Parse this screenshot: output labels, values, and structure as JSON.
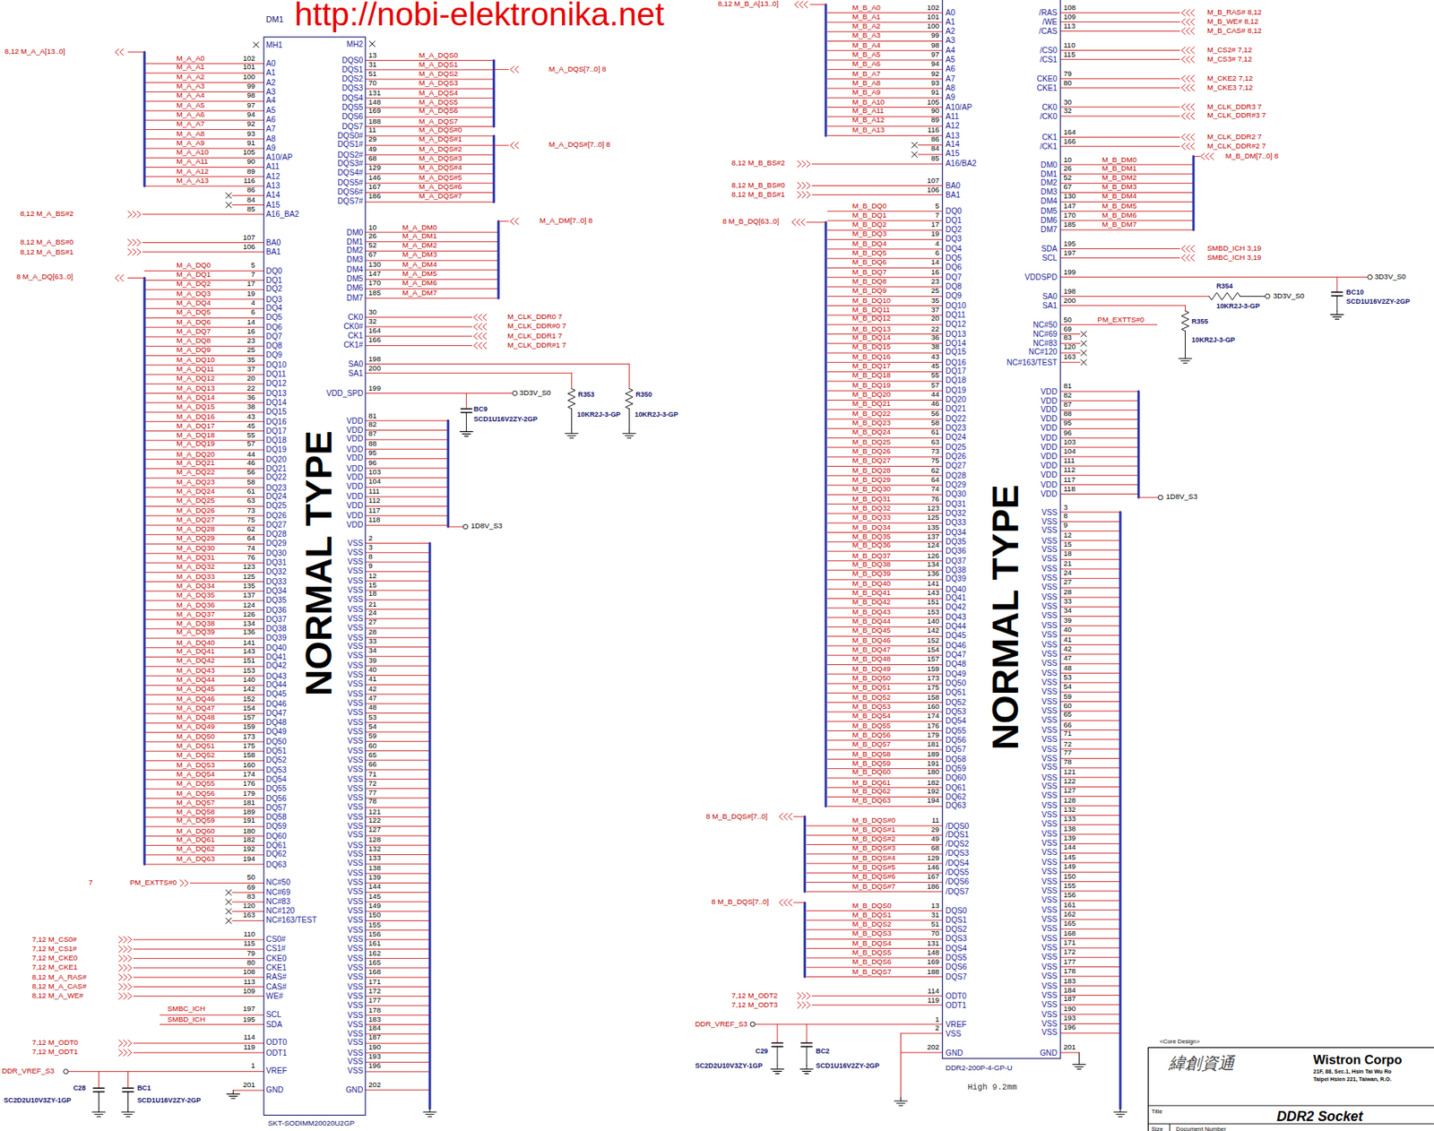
{
  "diagram": {
    "nodes": [
      {
        "text": [
          "DM1",
          "NORMAL TYPE",
          "SKT-SODIMM20020U2GP"
        ]
      },
      {
        "text": [
          "NORMAL TYPE",
          "DDR2-200P-4-GP-U",
          "High 9.2mm"
        ]
      },
      {
        "text": [
          "<Core Design>",
          "緯創資通",
          "Wistron Corpo",
          "21F, 88, Sec.1, Hsin Tai Wu Ro",
          "Taipei Hsien 221, Taiwan, R.O.",
          "Title",
          "DDR2 Socket",
          "Size",
          "Document Number"
        ]
      }
    ],
    "labels": [
      "MH1",
      "A0",
      "A1",
      "A2",
      "A3",
      "A4",
      "A5",
      "A6",
      "A7",
      "A8",
      "A9",
      "A10/AP",
      "A11",
      "A12",
      "A13",
      "A14",
      "A15",
      "A16_BA2",
      "BA0",
      "BA1",
      "DQ0",
      "DQ1",
      "DQ2",
      "DQ3",
      "DQ4",
      "DQ5",
      "DQ6",
      "DQ7",
      "DQ8",
      "DQ9",
      "DQ10",
      "DQ11",
      "DQ12",
      "DQ13",
      "DQ14",
      "DQ15",
      "DQ16",
      "DQ17",
      "DQ18",
      "DQ19",
      "DQ20",
      "DQ21",
      "DQ22",
      "DQ23",
      "DQ24",
      "DQ25",
      "DQ26",
      "DQ27",
      "DQ28",
      "DQ29",
      "DQ30",
      "DQ31",
      "DQ32",
      "DQ33",
      "DQ34",
      "DQ35",
      "DQ36",
      "DQ37",
      "DQ38",
      "DQ39",
      "DQ40",
      "DQ41",
      "DQ42",
      "DQ43",
      "DQ44",
      "DQ45",
      "DQ46",
      "DQ47",
      "DQ48",
      "DQ49",
      "DQ50",
      "DQ51",
      "DQ52",
      "DQ53",
      "DQ54",
      "DQ55",
      "DQ56",
      "DQ57",
      "DQ58",
      "DQ59",
      "DQ60",
      "DQ61",
      "DQ62",
      "DQ63",
      "NC#50",
      "NC#69",
      "NC#83",
      "NC#120",
      "NC#163/TEST",
      "CS0#",
      "CS1#",
      "CKE0",
      "CKE1",
      "RAS#",
      "CAS#",
      "WE#",
      "SCL",
      "SDA",
      "ODT0",
      "ODT1",
      "VREF",
      "GND",
      "102",
      "101",
      "100",
      "99",
      "98",
      "97",
      "94",
      "92",
      "93",
      "91",
      "105",
      "90",
      "89",
      "116",
      "86",
      "84",
      "85",
      "107",
      "106",
      "5",
      "7",
      "17",
      "19",
      "4",
      "6",
      "14",
      "16",
      "23",
      "25",
      "35",
      "37",
      "20",
      "22",
      "36",
      "38",
      "43",
      "45",
      "55",
      "57",
      "44",
      "46",
      "56",
      "58",
      "61",
      "63",
      "73",
      "75",
      "62",
      "64",
      "74",
      "76",
      "123",
      "125",
      "135",
      "137",
      "124",
      "126",
      "134",
      "136",
      "141",
      "143",
      "151",
      "153",
      "140",
      "142",
      "152",
      "154",
      "157",
      "159",
      "173",
      "175",
      "158",
      "160",
      "174",
      "176",
      "179",
      "181",
      "189",
      "191",
      "180",
      "182",
      "192",
      "194",
      "50",
      "69",
      "83",
      "120",
      "163",
      "110",
      "115",
      "79",
      "80",
      "108",
      "113",
      "109",
      "197",
      "195",
      "114",
      "119",
      "1",
      "201",
      "M_A_A0",
      "M_A_A1",
      "M_A_A2",
      "M_A_A3",
      "M_A_A4",
      "M_A_A5",
      "M_A_A6",
      "M_A_A7",
      "M_A_A8",
      "M_A_A9",
      "M_A_A10",
      "M_A_A11",
      "M_A_A12",
      "M_A_A13",
      "M_A_DQ0",
      "M_A_DQ1",
      "M_A_DQ2",
      "M_A_DQ3",
      "M_A_DQ4",
      "M_A_DQ5",
      "M_A_DQ6",
      "M_A_DQ7",
      "M_A_DQ8",
      "M_A_DQ9",
      "M_A_DQ10",
      "M_A_DQ11",
      "M_A_DQ12",
      "M_A_DQ13",
      "M_A_DQ14",
      "M_A_DQ15",
      "M_A_DQ16",
      "M_A_DQ17",
      "M_A_DQ18",
      "M_A_DQ19",
      "M_A_DQ20",
      "M_A_DQ21",
      "M_A_DQ22",
      "M_A_DQ23",
      "M_A_DQ24",
      "M_A_DQ25",
      "M_A_DQ26",
      "M_A_DQ27",
      "M_A_DQ28",
      "M_A_DQ29",
      "M_A_DQ30",
      "M_A_DQ31",
      "M_A_DQ32",
      "M_A_DQ33",
      "M_A_DQ34",
      "M_A_DQ35",
      "M_A_DQ36",
      "M_A_DQ37",
      "M_A_DQ38",
      "M_A_DQ39",
      "M_A_DQ40",
      "M_A_DQ41",
      "M_A_DQ42",
      "M_A_DQ43",
      "M_A_DQ44",
      "M_A_DQ45",
      "M_A_DQ46",
      "M_A_DQ47",
      "M_A_DQ48",
      "M_A_DQ49",
      "M_A_DQ50",
      "M_A_DQ51",
      "M_A_DQ52",
      "M_A_DQ53",
      "M_A_DQ54",
      "M_A_DQ55",
      "M_A_DQ56",
      "M_A_DQ57",
      "M_A_DQ58",
      "M_A_DQ59",
      "M_A_DQ60",
      "M_A_DQ61",
      "M_A_DQ62",
      "M_A_DQ63",
      "MH2",
      "DQS0",
      "DQS1",
      "DQS2",
      "DQS3",
      "DQS4",
      "DQS5",
      "DQS6",
      "DQS7",
      "DQS0#",
      "DQS1#",
      "DQS2#",
      "DQS3#",
      "DQS4#",
      "DQS5#",
      "DQS6#",
      "DQS7#",
      "DM0",
      "DM1",
      "DM2",
      "DM3",
      "DM4",
      "DM5",
      "DM6",
      "DM7",
      "CK0",
      "CK0#",
      "CK1",
      "CK1#",
      "SA0",
      "SA1",
      "VDD_SPD",
      "VDD",
      "VDD",
      "VDD",
      "VDD",
      "VDD",
      "VDD",
      "VDD",
      "VDD",
      "VDD",
      "VDD",
      "VDD",
      "VDD",
      "VSS",
      "VSS",
      "VSS",
      "VSS",
      "VSS",
      "VSS",
      "VSS",
      "VSS",
      "VSS",
      "VSS",
      "VSS",
      "VSS",
      "VSS",
      "VSS",
      "VSS",
      "VSS",
      "VSS",
      "VSS",
      "VSS",
      "VSS",
      "VSS",
      "VSS",
      "VSS",
      "VSS",
      "VSS",
      "VSS",
      "VSS",
      "VSS",
      "VSS",
      "VSS",
      "VSS",
      "VSS",
      "VSS",
      "VSS",
      "VSS",
      "VSS",
      "VSS",
      "VSS",
      "VSS",
      "VSS",
      "VSS",
      "VSS",
      "VSS",
      "VSS",
      "VSS",
      "VSS",
      "VSS",
      "VSS",
      "VSS",
      "VSS",
      "VSS",
      "VSS",
      "VSS",
      "VSS",
      "VSS",
      "VSS",
      "VSS",
      "GND",
      "13",
      "31",
      "51",
      "70",
      "131",
      "148",
      "169",
      "188",
      "11",
      "29",
      "49",
      "68",
      "129",
      "146",
      "167",
      "186",
      "10",
      "26",
      "52",
      "67",
      "130",
      "147",
      "170",
      "185",
      "30",
      "32",
      "164",
      "166",
      "198",
      "200",
      "199",
      "81",
      "82",
      "87",
      "88",
      "95",
      "96",
      "103",
      "104",
      "111",
      "112",
      "117",
      "118",
      "2",
      "3",
      "8",
      "9",
      "12",
      "15",
      "18",
      "21",
      "24",
      "27",
      "28",
      "33",
      "34",
      "39",
      "40",
      "41",
      "42",
      "47",
      "48",
      "53",
      "54",
      "59",
      "60",
      "65",
      "66",
      "71",
      "72",
      "77",
      "78",
      "121",
      "122",
      "127",
      "128",
      "132",
      "133",
      "138",
      "139",
      "144",
      "145",
      "149",
      "150",
      "155",
      "156",
      "161",
      "162",
      "165",
      "168",
      "171",
      "172",
      "177",
      "178",
      "183",
      "184",
      "187",
      "190",
      "193",
      "196",
      "202",
      "M_A_DQS0",
      "M_A_DQS1",
      "M_A_DQS2",
      "M_A_DQS3",
      "M_A_DQS4",
      "M_A_DQS5",
      "M_A_DQS6",
      "M_A_DQS7",
      "M_A_DQS#0",
      "M_A_DQS#1",
      "M_A_DQS#2",
      "M_A_DQS#3",
      "M_A_DQS#4",
      "M_A_DQS#5",
      "M_A_DQS#6",
      "M_A_DQS#7",
      "M_A_DM0",
      "M_A_DM1",
      "M_A_DM2",
      "M_A_DM3",
      "M_A_DM4",
      "M_A_DM5",
      "M_A_DM6",
      "M_A_DM7",
      "A0",
      "A1",
      "A2",
      "A3",
      "A4",
      "A5",
      "A6",
      "A7",
      "A8",
      "A9",
      "A10/AP",
      "A11",
      "A12",
      "A13",
      "A14",
      "A15",
      "A16/BA2",
      "BA0",
      "BA1",
      "DQ0",
      "DQ1",
      "DQ2",
      "DQ3",
      "DQ4",
      "DQ5",
      "DQ6",
      "DQ7",
      "DQ8",
      "DQ9",
      "DQ10",
      "DQ11",
      "DQ12",
      "DQ13",
      "DQ14",
      "DQ15",
      "DQ16",
      "DQ17",
      "DQ18",
      "DQ19",
      "DQ20",
      "DQ21",
      "DQ22",
      "DQ23",
      "DQ24",
      "DQ25",
      "DQ26",
      "DQ27",
      "DQ28",
      "DQ29",
      "DQ30",
      "DQ31",
      "DQ32",
      "DQ33",
      "DQ34",
      "DQ35",
      "DQ36",
      "DQ37",
      "DQ38",
      "DQ39",
      "DQ40",
      "DQ41",
      "DQ42",
      "DQ43",
      "DQ44",
      "DQ45",
      "DQ46",
      "DQ47",
      "DQ48",
      "DQ49",
      "DQ50",
      "DQ51",
      "DQ52",
      "DQ53",
      "DQ54",
      "DQ55",
      "DQ56",
      "DQ57",
      "DQ58",
      "DQ59",
      "DQ60",
      "DQ61",
      "DQ62",
      "DQ63",
      "/DQS0",
      "/DQS1",
      "/DQS2",
      "/DQS3",
      "/DQS4",
      "/DQS5",
      "/DQS6",
      "/DQS7",
      "DQS0",
      "DQS1",
      "DQS2",
      "DQS3",
      "DQS4",
      "DQS5",
      "DQS6",
      "DQS7",
      "ODT0",
      "ODT1",
      "VREF",
      "VSS",
      "GND",
      "102",
      "101",
      "100",
      "99",
      "98",
      "97",
      "94",
      "92",
      "93",
      "91",
      "105",
      "90",
      "89",
      "116",
      "86",
      "84",
      "85",
      "107",
      "106",
      "5",
      "7",
      "17",
      "19",
      "4",
      "6",
      "14",
      "16",
      "23",
      "25",
      "35",
      "37",
      "20",
      "22",
      "36",
      "38",
      "43",
      "45",
      "55",
      "57",
      "44",
      "46",
      "56",
      "58",
      "61",
      "63",
      "73",
      "75",
      "62",
      "64",
      "74",
      "76",
      "123",
      "125",
      "135",
      "137",
      "124",
      "126",
      "134",
      "136",
      "141",
      "143",
      "151",
      "153",
      "140",
      "142",
      "152",
      "154",
      "157",
      "159",
      "173",
      "175",
      "158",
      "160",
      "174",
      "176",
      "179",
      "181",
      "189",
      "191",
      "180",
      "182",
      "192",
      "194",
      "11",
      "29",
      "49",
      "68",
      "129",
      "146",
      "167",
      "186",
      "13",
      "31",
      "51",
      "70",
      "131",
      "148",
      "169",
      "188",
      "114",
      "119",
      "1",
      "2",
      "202",
      "M_B_A0",
      "M_B_A1",
      "M_B_A2",
      "M_B_A3",
      "M_B_A4",
      "M_B_A5",
      "M_B_A6",
      "M_B_A7",
      "M_B_A8",
      "M_B_A9",
      "M_B_A10",
      "M_B_A11",
      "M_B_A12",
      "M_B_A13",
      "M_B_DQ0",
      "M_B_DQ1",
      "M_B_DQ2",
      "M_B_DQ3",
      "M_B_DQ4",
      "M_B_DQ5",
      "M_B_DQ6",
      "M_B_DQ7",
      "M_B_DQ8",
      "M_B_DQ9",
      "M_B_DQ10",
      "M_B_DQ11",
      "M_B_DQ12",
      "M_B_DQ13",
      "M_B_DQ14",
      "M_B_DQ15",
      "M_B_DQ16",
      "M_B_DQ17",
      "M_B_DQ18",
      "M_B_DQ19",
      "M_B_DQ20",
      "M_B_DQ21",
      "M_B_DQ22",
      "M_B_DQ23",
      "M_B_DQ24",
      "M_B_DQ25",
      "M_B_DQ26",
      "M_B_DQ27",
      "M_B_DQ28",
      "M_B_DQ29",
      "M_B_DQ30",
      "M_B_DQ31",
      "M_B_DQ32",
      "M_B_DQ33",
      "M_B_DQ34",
      "M_B_DQ35",
      "M_B_DQ36",
      "M_B_DQ37",
      "M_B_DQ38",
      "M_B_DQ39",
      "M_B_DQ40",
      "M_B_DQ41",
      "M_B_DQ42",
      "M_B_DQ43",
      "M_B_DQ44",
      "M_B_DQ45",
      "M_B_DQ46",
      "M_B_DQ47",
      "M_B_DQ48",
      "M_B_DQ49",
      "M_B_DQ50",
      "M_B_DQ51",
      "M_B_DQ52",
      "M_B_DQ53",
      "M_B_DQ54",
      "M_B_DQ55",
      "M_B_DQ56",
      "M_B_DQ57",
      "M_B_DQ58",
      "M_B_DQ59",
      "M_B_DQ60",
      "M_B_DQ61",
      "M_B_DQ62",
      "M_B_DQ63",
      "M_B_DQS#0",
      "M_B_DQS#1",
      "M_B_DQS#2",
      "M_B_DQS#3",
      "M_B_DQS#4",
      "M_B_DQS#5",
      "M_B_DQS#6",
      "M_B_DQS#7",
      "M_B_DQS0",
      "M_B_DQS1",
      "M_B_DQS2",
      "M_B_DQS3",
      "M_B_DQS4",
      "M_B_DQS5",
      "M_B_DQS6",
      "M_B_DQS7",
      "/RAS",
      "/WE",
      "/CAS",
      "/CS0",
      "/CS1",
      "CKE0",
      "CKE1",
      "CK0",
      "/CK0",
      "CK1",
      "/CK1",
      "DM0",
      "DM1",
      "DM2",
      "DM3",
      "DM4",
      "DM5",
      "DM6",
      "DM7",
      "SDA",
      "SCL",
      "VDDSPD",
      "SA0",
      "SA1",
      "NC#50",
      "NC#69",
      "NC#83",
      "NC#120",
      "NC#163/TEST",
      "VDD",
      "VDD",
      "VDD",
      "VDD",
      "VDD",
      "VDD",
      "VDD",
      "VDD",
      "VDD",
      "VDD",
      "VDD",
      "VDD",
      "VSS",
      "VSS",
      "VSS",
      "VSS",
      "VSS",
      "VSS",
      "VSS",
      "VSS",
      "VSS",
      "VSS",
      "VSS",
      "VSS",
      "VSS",
      "VSS",
      "VSS",
      "VSS",
      "VSS",
      "VSS",
      "VSS",
      "VSS",
      "VSS",
      "VSS",
      "VSS",
      "VSS",
      "VSS",
      "VSS",
      "VSS",
      "VSS",
      "VSS",
      "VSS",
      "VSS",
      "VSS",
      "VSS",
      "VSS",
      "VSS",
      "VSS",
      "VSS",
      "VSS",
      "VSS",
      "VSS",
      "VSS",
      "VSS",
      "VSS",
      "VSS",
      "VSS",
      "VSS",
      "VSS",
      "VSS",
      "VSS",
      "VSS",
      "VSS",
      "VSS",
      "VSS",
      "VSS",
      "VSS",
      "VSS",
      "GND",
      "108",
      "109",
      "113",
      "110",
      "115",
      "79",
      "80",
      "30",
      "32",
      "164",
      "166",
      "10",
      "26",
      "52",
      "67",
      "130",
      "147",
      "170",
      "185",
      "195",
      "197",
      "199",
      "198",
      "200",
      "50",
      "69",
      "83",
      "120",
      "163",
      "81",
      "82",
      "87",
      "88",
      "95",
      "96",
      "103",
      "104",
      "111",
      "112",
      "117",
      "118",
      "3",
      "8",
      "9",
      "12",
      "15",
      "18",
      "21",
      "24",
      "27",
      "28",
      "33",
      "34",
      "39",
      "40",
      "41",
      "42",
      "47",
      "48",
      "53",
      "54",
      "59",
      "60",
      "65",
      "66",
      "71",
      "72",
      "77",
      "78",
      "121",
      "122",
      "127",
      "128",
      "132",
      "133",
      "138",
      "139",
      "144",
      "145",
      "149",
      "150",
      "155",
      "156",
      "161",
      "162",
      "165",
      "168",
      "171",
      "172",
      "177",
      "178",
      "183",
      "184",
      "187",
      "190",
      "193",
      "196",
      "201",
      "M_B_DM0",
      "M_B_DM1",
      "M_B_DM2",
      "M_B_DM3",
      "M_B_DM4",
      "M_B_DM5",
      "M_B_DM6",
      "M_B_DM7",
      "http://nobi-elektronika.net",
      "8,12 M_A_A[13..0]",
      "8,12 M_A_BS#2",
      "8,12 M_A_BS#0",
      "8,12 M_A_BS#1",
      "8 M_A_DQ[63..0]",
      "7",
      "PM_EXTTS#0",
      "7,12 M_CS0#",
      "7,12 M_CS1#",
      "7,12 M_CKE0",
      "7,12 M_CKE1",
      "8,12 M_A_RAS#",
      "8,12 M_A_CAS#",
      "8,12 M_A_WE#",
      "SMBC_ICH",
      "SMBD_ICH",
      "7,12 M_ODT0",
      "7,12 M_ODT1",
      "DDR_VREF_S3",
      "C28",
      "SC2D2U10V3ZY-1GP",
      "BC1",
      "SCD1U16V2ZY-2GP",
      "M_A_DQS[7..0] 8",
      "M_A_DQS#[7..0] 8",
      "M_A_DM[7..0] 8",
      "M_CLK_DDR0 7",
      "M_CLK_DDR#0 7",
      "M_CLK_DDR1 7",
      "M_CLK_DDR#1 7",
      "3D3V_S0",
      "R353",
      "R350",
      "10KR2J-3-GP",
      "10KR2J-3-GP",
      "BC9",
      "SCD1U16V2ZY-2GP",
      "1D8V_S3",
      "8,12 M_B_A[13..0]",
      "8,12 M_B_BS#2",
      "8,12 M_B_BS#0",
      "8,12 M_B_BS#1",
      "8 M_B_DQ[63..0]",
      "8 M_B_DQS#[7..0]",
      "8 M_B_DQS[7..0]",
      "7,12 M_ODT2",
      "7,12 M_ODT3",
      "DDR_VREF_S3",
      "C29",
      "SC2D2U10V3ZY-1GP",
      "BC2",
      "SCD1U16V2ZY-2GP",
      "M_B_RAS# 8,12",
      "M_B_WE# 8,12",
      "M_B_CAS# 8,12",
      "M_CS2# 7,12",
      "M_CS3# 7,12",
      "M_CKE2 7,12",
      "M_CKE3 7,12",
      "M_CLK_DDR3 7",
      "M_CLK_DDR#3 7",
      "M_CLK_DDR2 7",
      "M_CLK_DDR#2 7",
      "M_B_DM[7..0] 8",
      "SMBD_ICH 3,19",
      "SMBC_ICH 3,19",
      "3D3V_S0",
      "R354",
      "3D3V_S0",
      "10KR2J-3-GP",
      "R355",
      "10KR2J-3-GP",
      "BC10",
      "SCD1U16V2ZY-2GP",
      "PM_EXTTS#0",
      "1D8V_S3"
    ]
  }
}
